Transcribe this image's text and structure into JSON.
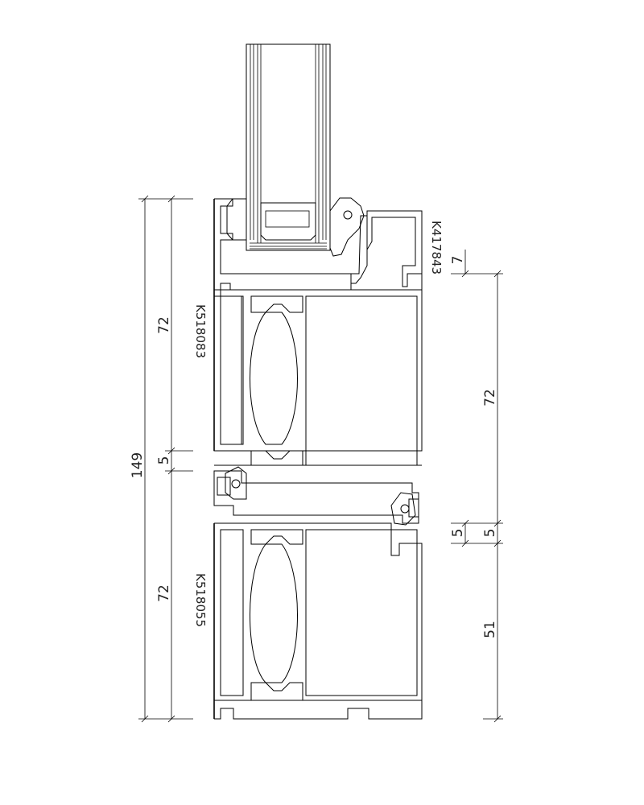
{
  "dimensions": {
    "total": "149",
    "upper_frame": "72",
    "upper_gap": "5",
    "lower_frame": "72",
    "right_upper": "72",
    "right_offset": "7",
    "right_gap_left": "5",
    "right_gap_right": "5",
    "right_lower": "51"
  },
  "profiles": {
    "upper": "K518083",
    "lower": "K518055",
    "bead": "K417843"
  },
  "colors": {
    "line": "#000000",
    "background": "#ffffff",
    "gasket_hatch": "#000000"
  }
}
